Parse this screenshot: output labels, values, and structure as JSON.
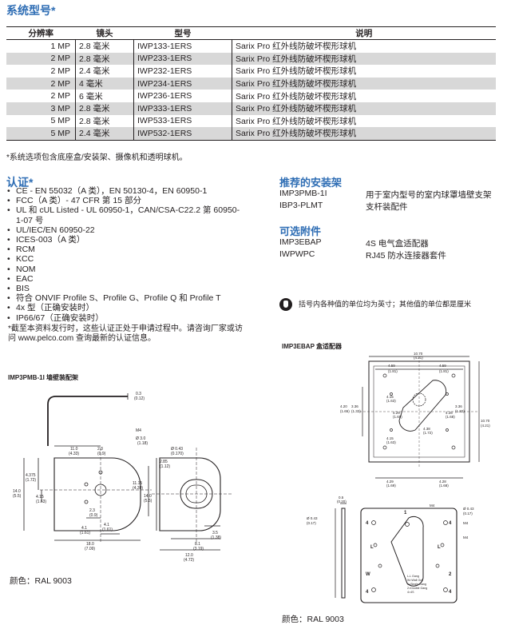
{
  "systems": {
    "title": "系统型号*",
    "headers": [
      "分辨率",
      "镜头",
      "型号",
      "说明"
    ],
    "rows": [
      [
        "1 MP",
        "2.8 毫米",
        "IWP133-1ERS",
        "Sarix Pro 红外线防破坏楔形球机"
      ],
      [
        "2 MP",
        "2.8 毫米",
        "IWP233-1ERS",
        "Sarix Pro 红外线防破坏楔形球机"
      ],
      [
        "2 MP",
        "2.4 毫米",
        "IWP232-1ERS",
        "Sarix Pro 红外线防破坏楔形球机"
      ],
      [
        "2 MP",
        "4 毫米",
        "IWP234-1ERS",
        "Sarix Pro 红外线防破坏楔形球机"
      ],
      [
        "2 MP",
        "6 毫米",
        "IWP236-1ERS",
        "Sarix Pro 红外线防破坏楔形球机"
      ],
      [
        "3 MP",
        "2.8 毫米",
        "IWP333-1ERS",
        "Sarix Pro 红外线防破坏楔形球机"
      ],
      [
        "5 MP",
        "2.8 毫米",
        "IWP533-1ERS",
        "Sarix Pro 红外线防破坏楔形球机"
      ],
      [
        "5 MP",
        "2.4 毫米",
        "IWP532-1ERS",
        "Sarix Pro 红外线防破坏楔形球机"
      ]
    ],
    "note": "*系统选项包含底座盒/安装架、摄像机和透明球机。"
  },
  "certifications": {
    "title": "认证*",
    "items": [
      "CE - EN 55032（A 类），EN 50130-4，EN 60950-1",
      "FCC（A 类）- 47 CFR 第 15 部分",
      "UL 和 cUL Listed - UL 60950-1，CAN/CSA-C22.2 第 60950-1-07 号",
      "UL/IEC/EN 60950-22",
      "ICES-003（A 类）",
      "RCM",
      "KCC",
      "NOM",
      "EAC",
      "BIS",
      "符合 ONVIF Profile S、Profile G、Profile Q 和 Profile T",
      "4x 型（正确安装时）",
      "IP66/67（正确安装时）"
    ],
    "note": "*截至本资料发行时，这些认证正处于申请过程中。请咨询厂家或访问 www.pelco.com 查询最新的认证信息。"
  },
  "recommended_mounts": {
    "title": "推荐的安装架",
    "items": [
      {
        "model": "IMP3PMB-1I",
        "desc": "用于室内型号的室内球罩墙壁支架"
      },
      {
        "model": "IBP3-PLMT",
        "desc": "支杆装配件"
      }
    ]
  },
  "optional_accessories": {
    "title": "可选附件",
    "items": [
      {
        "model": "IMP3EBAP",
        "desc": "4S 电气盒适配器"
      },
      {
        "model": "IWPWPC",
        "desc": "RJ45 防水连接器套件"
      }
    ]
  },
  "units_note": {
    "icon": "hand-pointer-icon",
    "text": "括号内各种值的单位均为英寸；其他值的单位都是厘米"
  },
  "drawing_left": {
    "title": "IMP3PMB-1I 墙壁装配架",
    "color_label": "颜色：RAL 9003",
    "dims": {
      "d_03": "0.3",
      "d_012": "(0.12)",
      "d_m4": "M4",
      "d_30": "Ø 3.0",
      "d_118": "(1.18)",
      "d_110": "11.0",
      "d_433": "(4.33)",
      "d_23": "2.3",
      "d_09": "(0.9)",
      "d_4375": "4.375",
      "d_172": "(1.72)",
      "d_140": "14.0",
      "d_55": "(5.5)",
      "d_415": "4.15",
      "d_163": "(1.63)",
      "d_23b": "2.3",
      "d_09b": "(0.9)",
      "d_41": "4.1",
      "d_161": "(1.61)",
      "d_41b": "4.1",
      "d_161b": "(1.61)",
      "d_180": "18.0",
      "d_709": "(7.09)",
      "d_043": "Ø 0.43",
      "d_0170": "(0.170)",
      "d_285": "2.85",
      "d_112": "(1.12)",
      "d_1115": "11.15",
      "d_439": "(4.39)",
      "d_140b": "14.0",
      "d_55b": "(5.5)",
      "d_35": "3.5",
      "d_138": "(1.38)",
      "d_81": "8.1",
      "d_319": "(3.19)",
      "d_120": "12.0",
      "d_472": "(4.72)"
    }
  },
  "drawing_right": {
    "title": "IMP3EBAP 盒适配器",
    "color_label": "颜色：RAL 9003",
    "dims": {
      "t_1070": "10.70",
      "t_421": "(4.21)",
      "t_459": "4.59",
      "t_181": "(1.81)",
      "t_459b": "4.59",
      "t_181b": "(1.81)",
      "t_1070v": "10.70",
      "t_421v": "(4.21)",
      "t_415": "4.15",
      "t_163": "(1.63)",
      "t_420": "4.20",
      "t_165": "(1.65)",
      "t_336": "3.36",
      "t_132": "(1.32)",
      "t_336b": "3.36",
      "t_132b": "(1.32)",
      "t_429": "4.29",
      "t_169": "(1.69)",
      "t_428": "4.28",
      "t_168": "(1.68)",
      "t_438": "4.38",
      "t_172": "(1.72)",
      "t_415b": "4.15",
      "t_163b": "(1.63)",
      "t_429b": "4.29",
      "t_169b": "(1.69)",
      "t_428b": "4.28",
      "t_168b": "(1.68)",
      "t_05": "0.5",
      "t_020": "(0.20)",
      "t_043": "Ø 0.43",
      "t_017": "(0.17)",
      "t_m4": "M4",
      "t_m4b": "M4",
      "t_043b": "Ø 0.43",
      "t_017b": "(0.17)",
      "t_m4c": "M4",
      "plate_text": [
        "L-L Gang",
        "W=Wall Oct.",
        "1=Single Gang",
        "2=Double Gang",
        "4=4S"
      ],
      "lbl_4": "4",
      "lbl_l": "L",
      "lbl_w": "W",
      "lbl_2": "2",
      "lbl_1": "1"
    }
  }
}
